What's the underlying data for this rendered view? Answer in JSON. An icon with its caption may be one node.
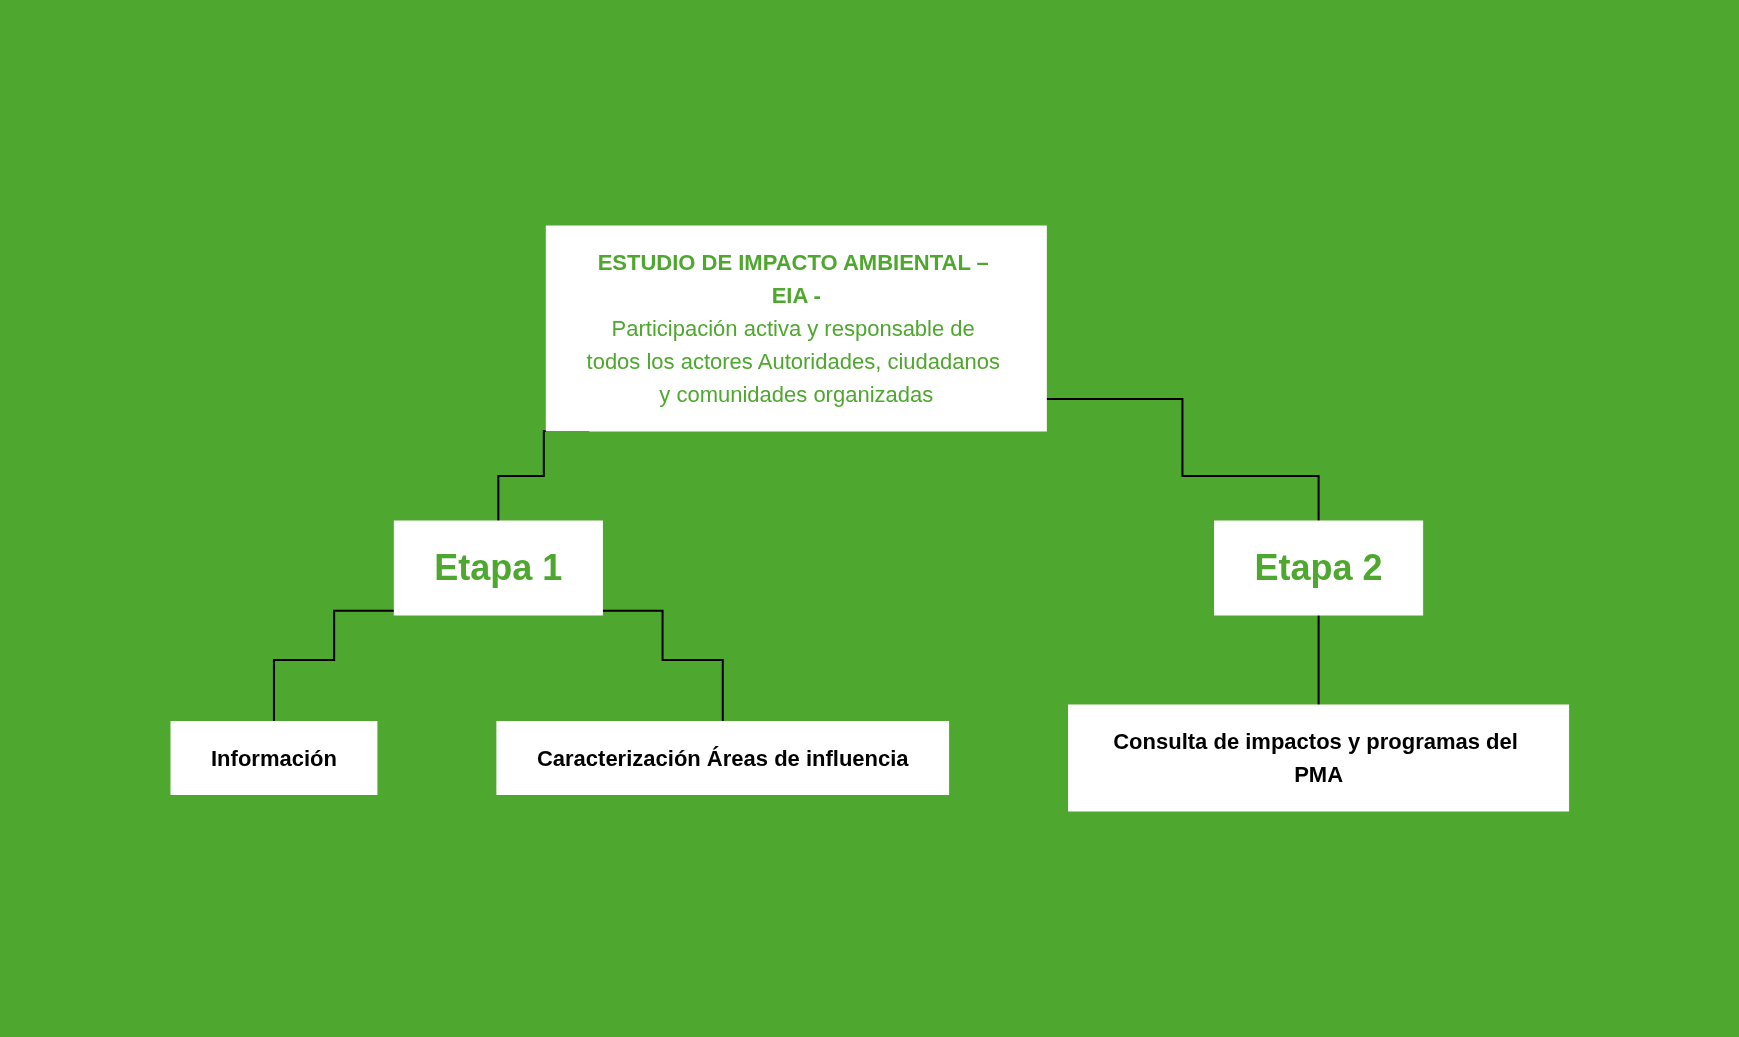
{
  "diagram": {
    "nodes": [
      {
        "text": [
          "ESTUDIO DE IMPACTO AMBIENTAL – EIA -",
          "Participación activa y responsable de todos los actores Autoridades, ciudadanos y comunidades organizadas"
        ]
      },
      {
        "text": [
          "Etapa 1"
        ]
      },
      {
        "text": [
          "Etapa 2"
        ]
      },
      {
        "text": [
          "Información"
        ]
      },
      {
        "text": [
          "Caracterización Áreas de influencia"
        ]
      },
      {
        "text": [
          "Consulta de impactos y programas del PMA"
        ]
      }
    ],
    "edges": [
      {
        "from": 0,
        "to": 1,
        "arrow": "none"
      },
      {
        "from": 0,
        "to": 2,
        "arrow": "none"
      },
      {
        "from": 1,
        "to": 3,
        "arrow": "none"
      },
      {
        "from": 1,
        "to": 4,
        "arrow": "none"
      },
      {
        "from": 2,
        "to": 5,
        "arrow": "none"
      }
    ]
  }
}
